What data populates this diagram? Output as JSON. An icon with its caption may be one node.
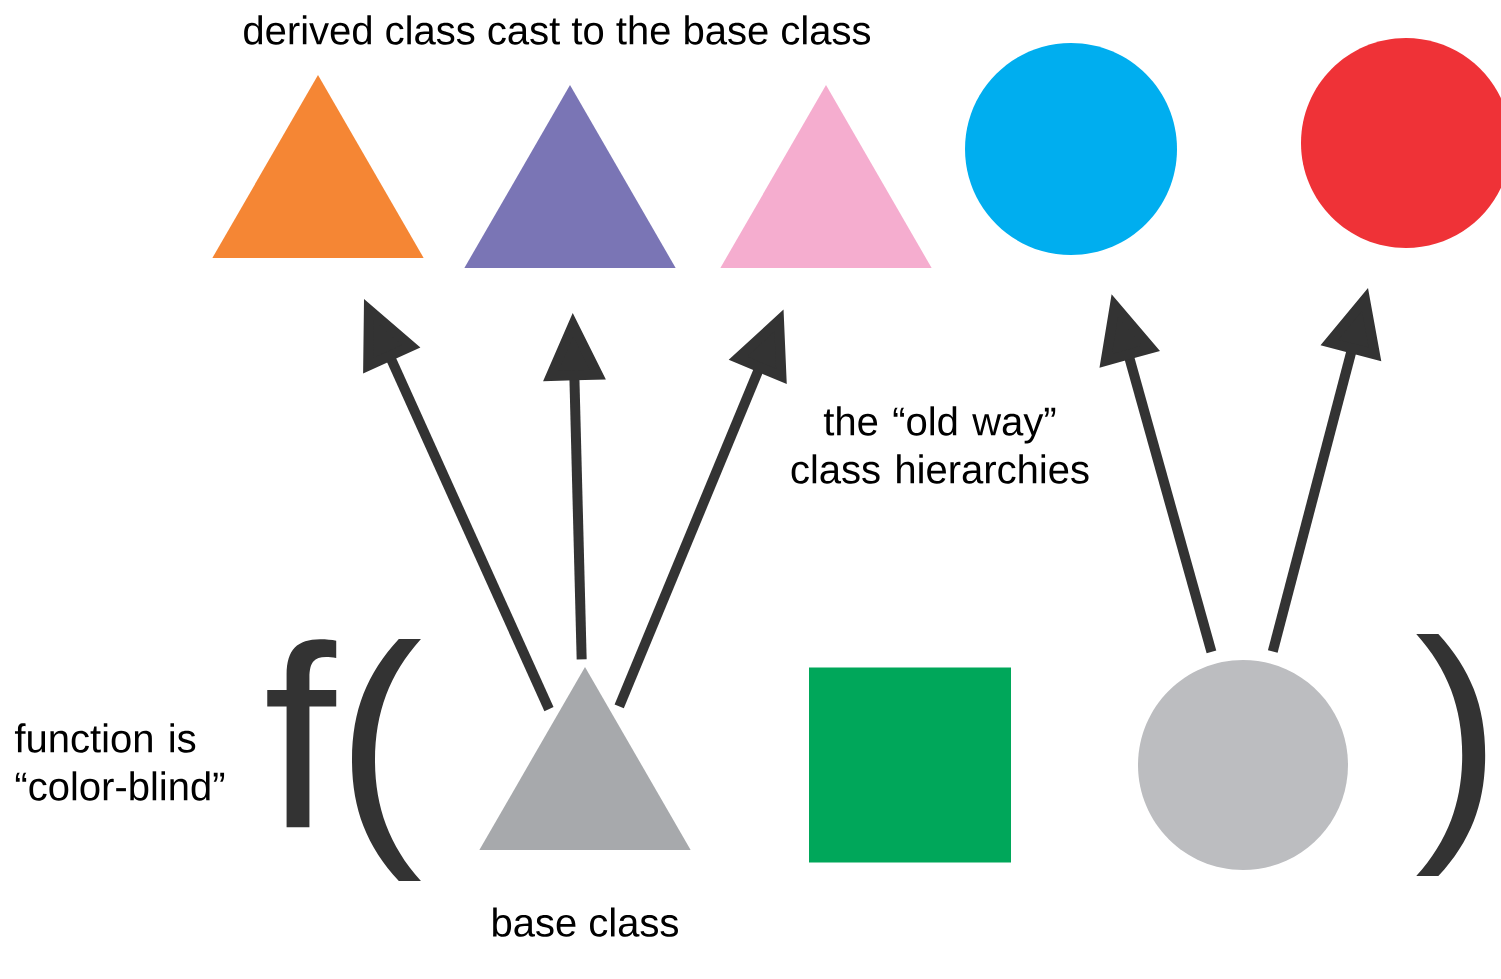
{
  "diagram": {
    "nodes": [
      {
        "text": [],
        "shape": "triangle"
      },
      {
        "text": [],
        "shape": "triangle"
      },
      {
        "text": [],
        "shape": "triangle"
      },
      {
        "text": [],
        "shape": "circle"
      },
      {
        "text": [],
        "shape": "circle"
      },
      {
        "text": [],
        "shape": "triangle",
        "beside": [
          "base class"
        ]
      },
      {
        "text": [],
        "shape": "box"
      },
      {
        "text": [],
        "shape": "circle"
      }
    ],
    "edges": [
      {
        "from": 5,
        "to": 0,
        "arrow": "to"
      },
      {
        "from": 5,
        "to": 1,
        "arrow": "to"
      },
      {
        "from": 5,
        "to": 2,
        "arrow": "to"
      },
      {
        "from": 7,
        "to": 3,
        "arrow": "to"
      },
      {
        "from": 7,
        "to": 4,
        "arrow": "to"
      }
    ],
    "labels": [
      "derived class cast to the base class",
      "the “old way” class hierarchies",
      "function is “color-blind”",
      "f(",
      ")"
    ]
  }
}
